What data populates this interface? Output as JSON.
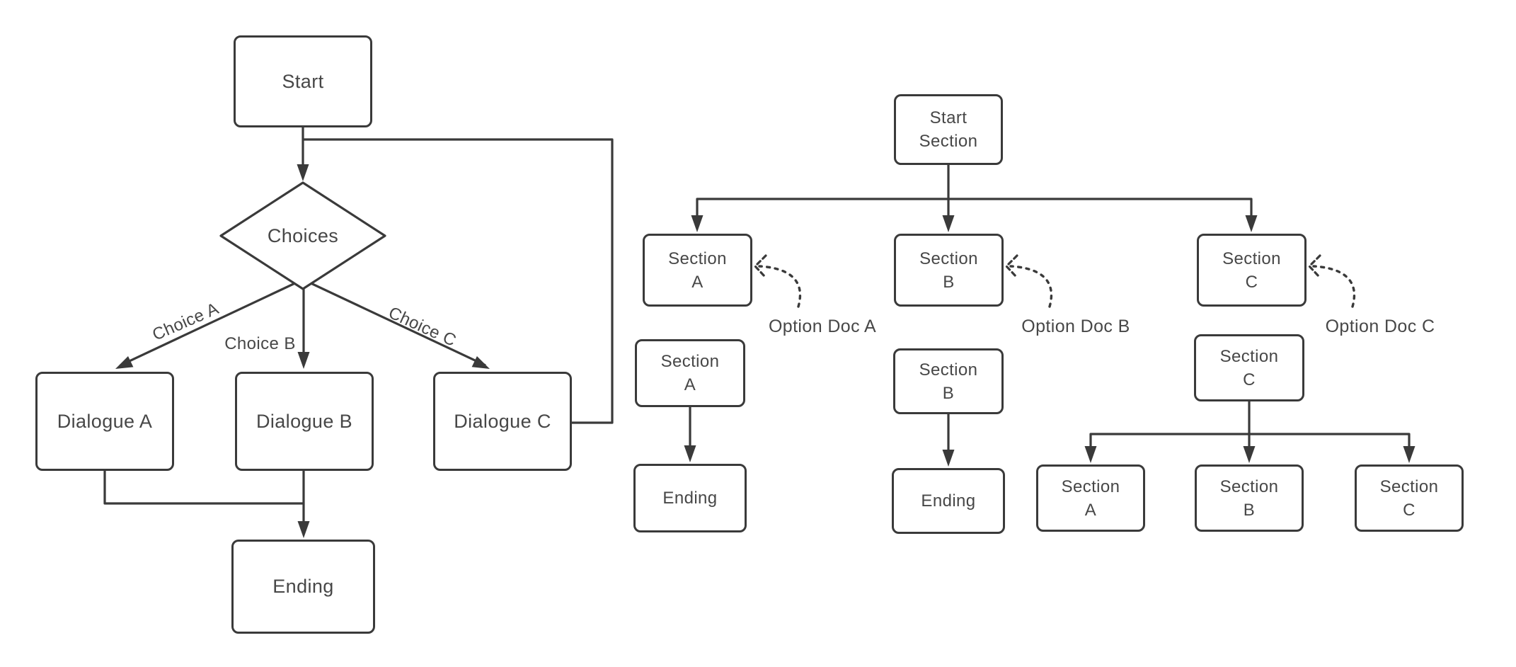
{
  "colors": {
    "background": "#ffffff",
    "stroke": "#3a3a3a",
    "text": "#474747"
  },
  "left_flowchart": {
    "nodes": {
      "start": "Start",
      "choices": "Choices",
      "dialogue_a": "Dialogue A",
      "dialogue_b": "Dialogue B",
      "dialogue_c": "Dialogue C",
      "ending": "Ending"
    },
    "edge_labels": {
      "choice_a": "Choice A",
      "choice_b": "Choice B",
      "choice_c": "Choice C"
    }
  },
  "right_flowchart": {
    "nodes": {
      "start_section": "Start\nSection",
      "section_a_row1": "Section\nA",
      "section_b_row1": "Section\nB",
      "section_c_row1": "Section\nC",
      "section_a_row2": "Section\nA",
      "section_b_row2": "Section\nB",
      "section_c_row2": "Section\nC",
      "ending_a": "Ending",
      "ending_b": "Ending",
      "child_section_a": "Section\nA",
      "child_section_b": "Section\nB",
      "child_section_c": "Section\nC"
    },
    "annotations": {
      "option_doc_a": "Option Doc A",
      "option_doc_b": "Option Doc B",
      "option_doc_c": "Option Doc C"
    }
  }
}
